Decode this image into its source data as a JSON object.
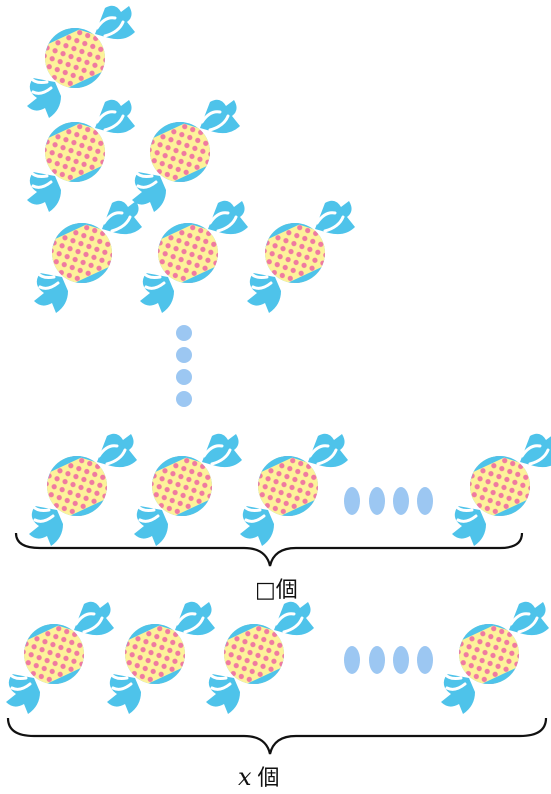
{
  "figure": {
    "label_row_a": "□個",
    "label_row_b_symbol": "x",
    "label_row_b_unit": "個"
  },
  "colors": {
    "wrapper_blue": "#4ec3ea",
    "body_yellow": "#fdf29a",
    "dot_pink": "#f07aa0",
    "ellipsis_blue": "#9cc7f2",
    "brace": "#111111",
    "ribbon": "#ffffff"
  },
  "icons": {
    "candy": "wrapped-candy-icon",
    "ellipsis_vertical": "vertical-dots-icon",
    "ellipsis_horizontal": "horizontal-dots-icon",
    "brace": "curly-brace-icon"
  },
  "pattern": {
    "row_counts_shown": [
      1,
      2,
      3
    ],
    "rows_with_ellipsis": [
      "□",
      "x"
    ]
  }
}
